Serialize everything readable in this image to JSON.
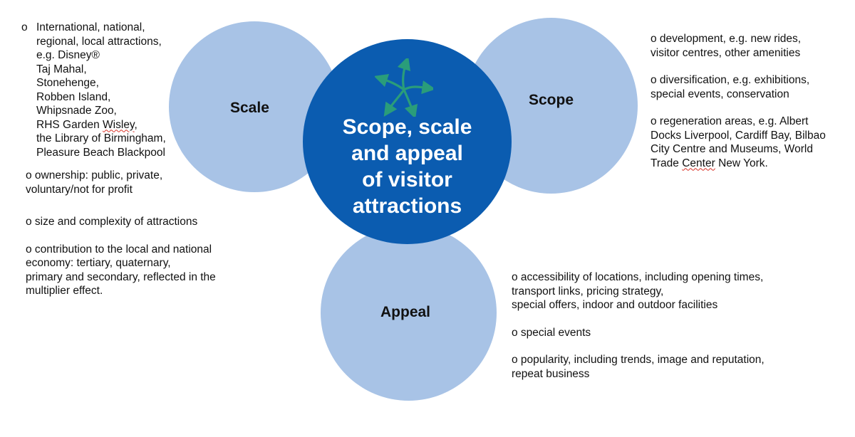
{
  "circles": {
    "scale_label": "Scale",
    "scope_label": "Scope",
    "appeal_label": "Appeal",
    "center_title_lines": [
      "Scope, scale",
      "and appeal",
      "of visitor",
      "attractions"
    ]
  },
  "colors": {
    "light_circle": "#a8c3e6",
    "dark_circle": "#0b5cb0",
    "icon_green": "#2a9d7a",
    "spell_underline": "#d93025"
  },
  "icons": {
    "center": "arrows-spread-icon"
  },
  "scale_text": {
    "bullet_marker": "o",
    "attractions_lines": [
      "International, national,",
      "regional, local attractions,",
      "e.g. Disney®",
      "Taj Mahal,",
      "Stonehenge,",
      "Robben Island,",
      "Whipsnade Zoo,",
      "RHS Garden Wisley,",
      "the Library of Birmingham,",
      "Pleasure Beach Blackpool"
    ],
    "ownership_lines": [
      "o ownership: public, private,",
      "voluntary/not for profit"
    ],
    "size": "o size and complexity of attractions",
    "contribution_lines": [
      "o contribution to the local and national",
      "economy: tertiary, quaternary,",
      "primary and secondary, reflected in the",
      "multiplier effect."
    ]
  },
  "scope_text": {
    "development_lines": [
      "o development, e.g. new rides,",
      "visitor centres, other amenities"
    ],
    "diversification_lines": [
      "o diversification, e.g. exhibitions,",
      "special events, conservation"
    ],
    "regeneration_lines": [
      "o regeneration areas, e.g. Albert",
      "Docks Liverpool, Cardiff Bay, Bilbao",
      "City Centre and Museums, World",
      "Trade Center New York."
    ]
  },
  "appeal_text": {
    "accessibility_lines": [
      "o accessibility of locations, including opening times,",
      "transport links, pricing strategy,",
      "special offers, indoor and outdoor facilities"
    ],
    "special_events": "o special events",
    "popularity_lines": [
      "o popularity, including trends, image and reputation,",
      "repeat business"
    ]
  }
}
